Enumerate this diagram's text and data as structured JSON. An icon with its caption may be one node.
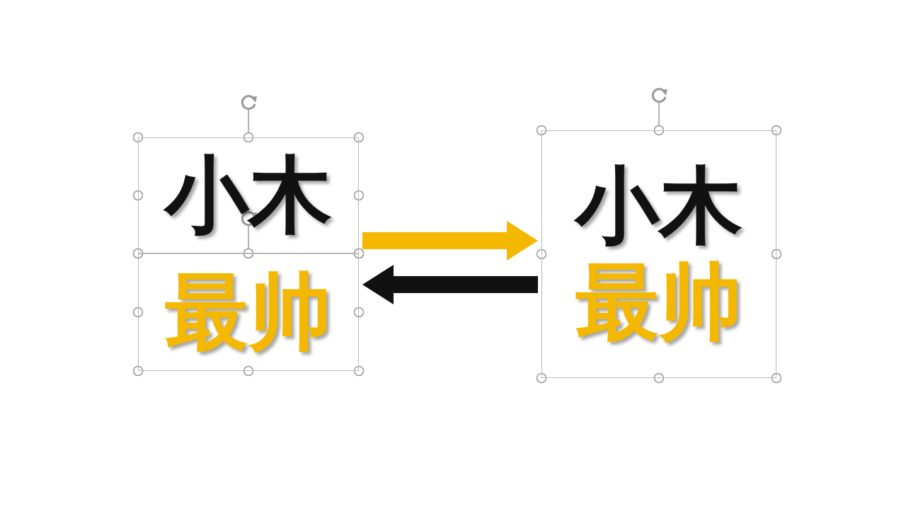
{
  "diagram": {
    "nodes": [
      {
        "text": [
          "小木"
        ]
      },
      {
        "text": [
          "最帅"
        ]
      },
      {
        "text": [
          "小木",
          "最帅"
        ]
      }
    ],
    "edges": [
      {
        "from": 0,
        "to": 2,
        "arrow": "to",
        "style": "thick",
        "color": "#f5b800"
      },
      {
        "from": 1,
        "to": 2,
        "arrow": "to",
        "style": "thick",
        "color": "#f5b800"
      },
      {
        "from": 2,
        "to": 0,
        "arrow": "to",
        "style": "thick"
      },
      {
        "from": 2,
        "to": 1,
        "arrow": "to",
        "style": "thick"
      }
    ]
  }
}
